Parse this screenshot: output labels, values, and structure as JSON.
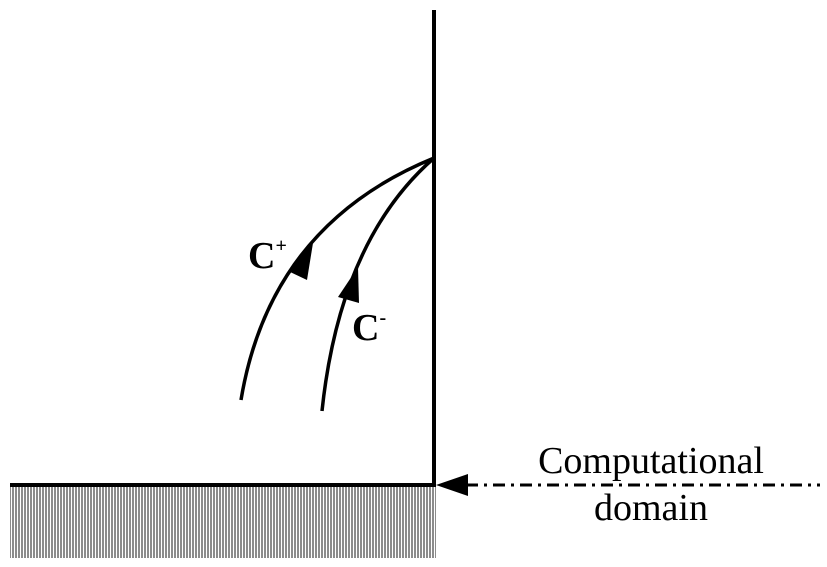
{
  "characteristics": {
    "c_plus": {
      "base": "C",
      "sup": "+"
    },
    "c_minus": {
      "base": "C",
      "sup": "-"
    }
  },
  "domain_label": {
    "line1": "Computational",
    "line2": "domain"
  },
  "colors": {
    "stroke": "#000000",
    "background": "#ffffff"
  }
}
